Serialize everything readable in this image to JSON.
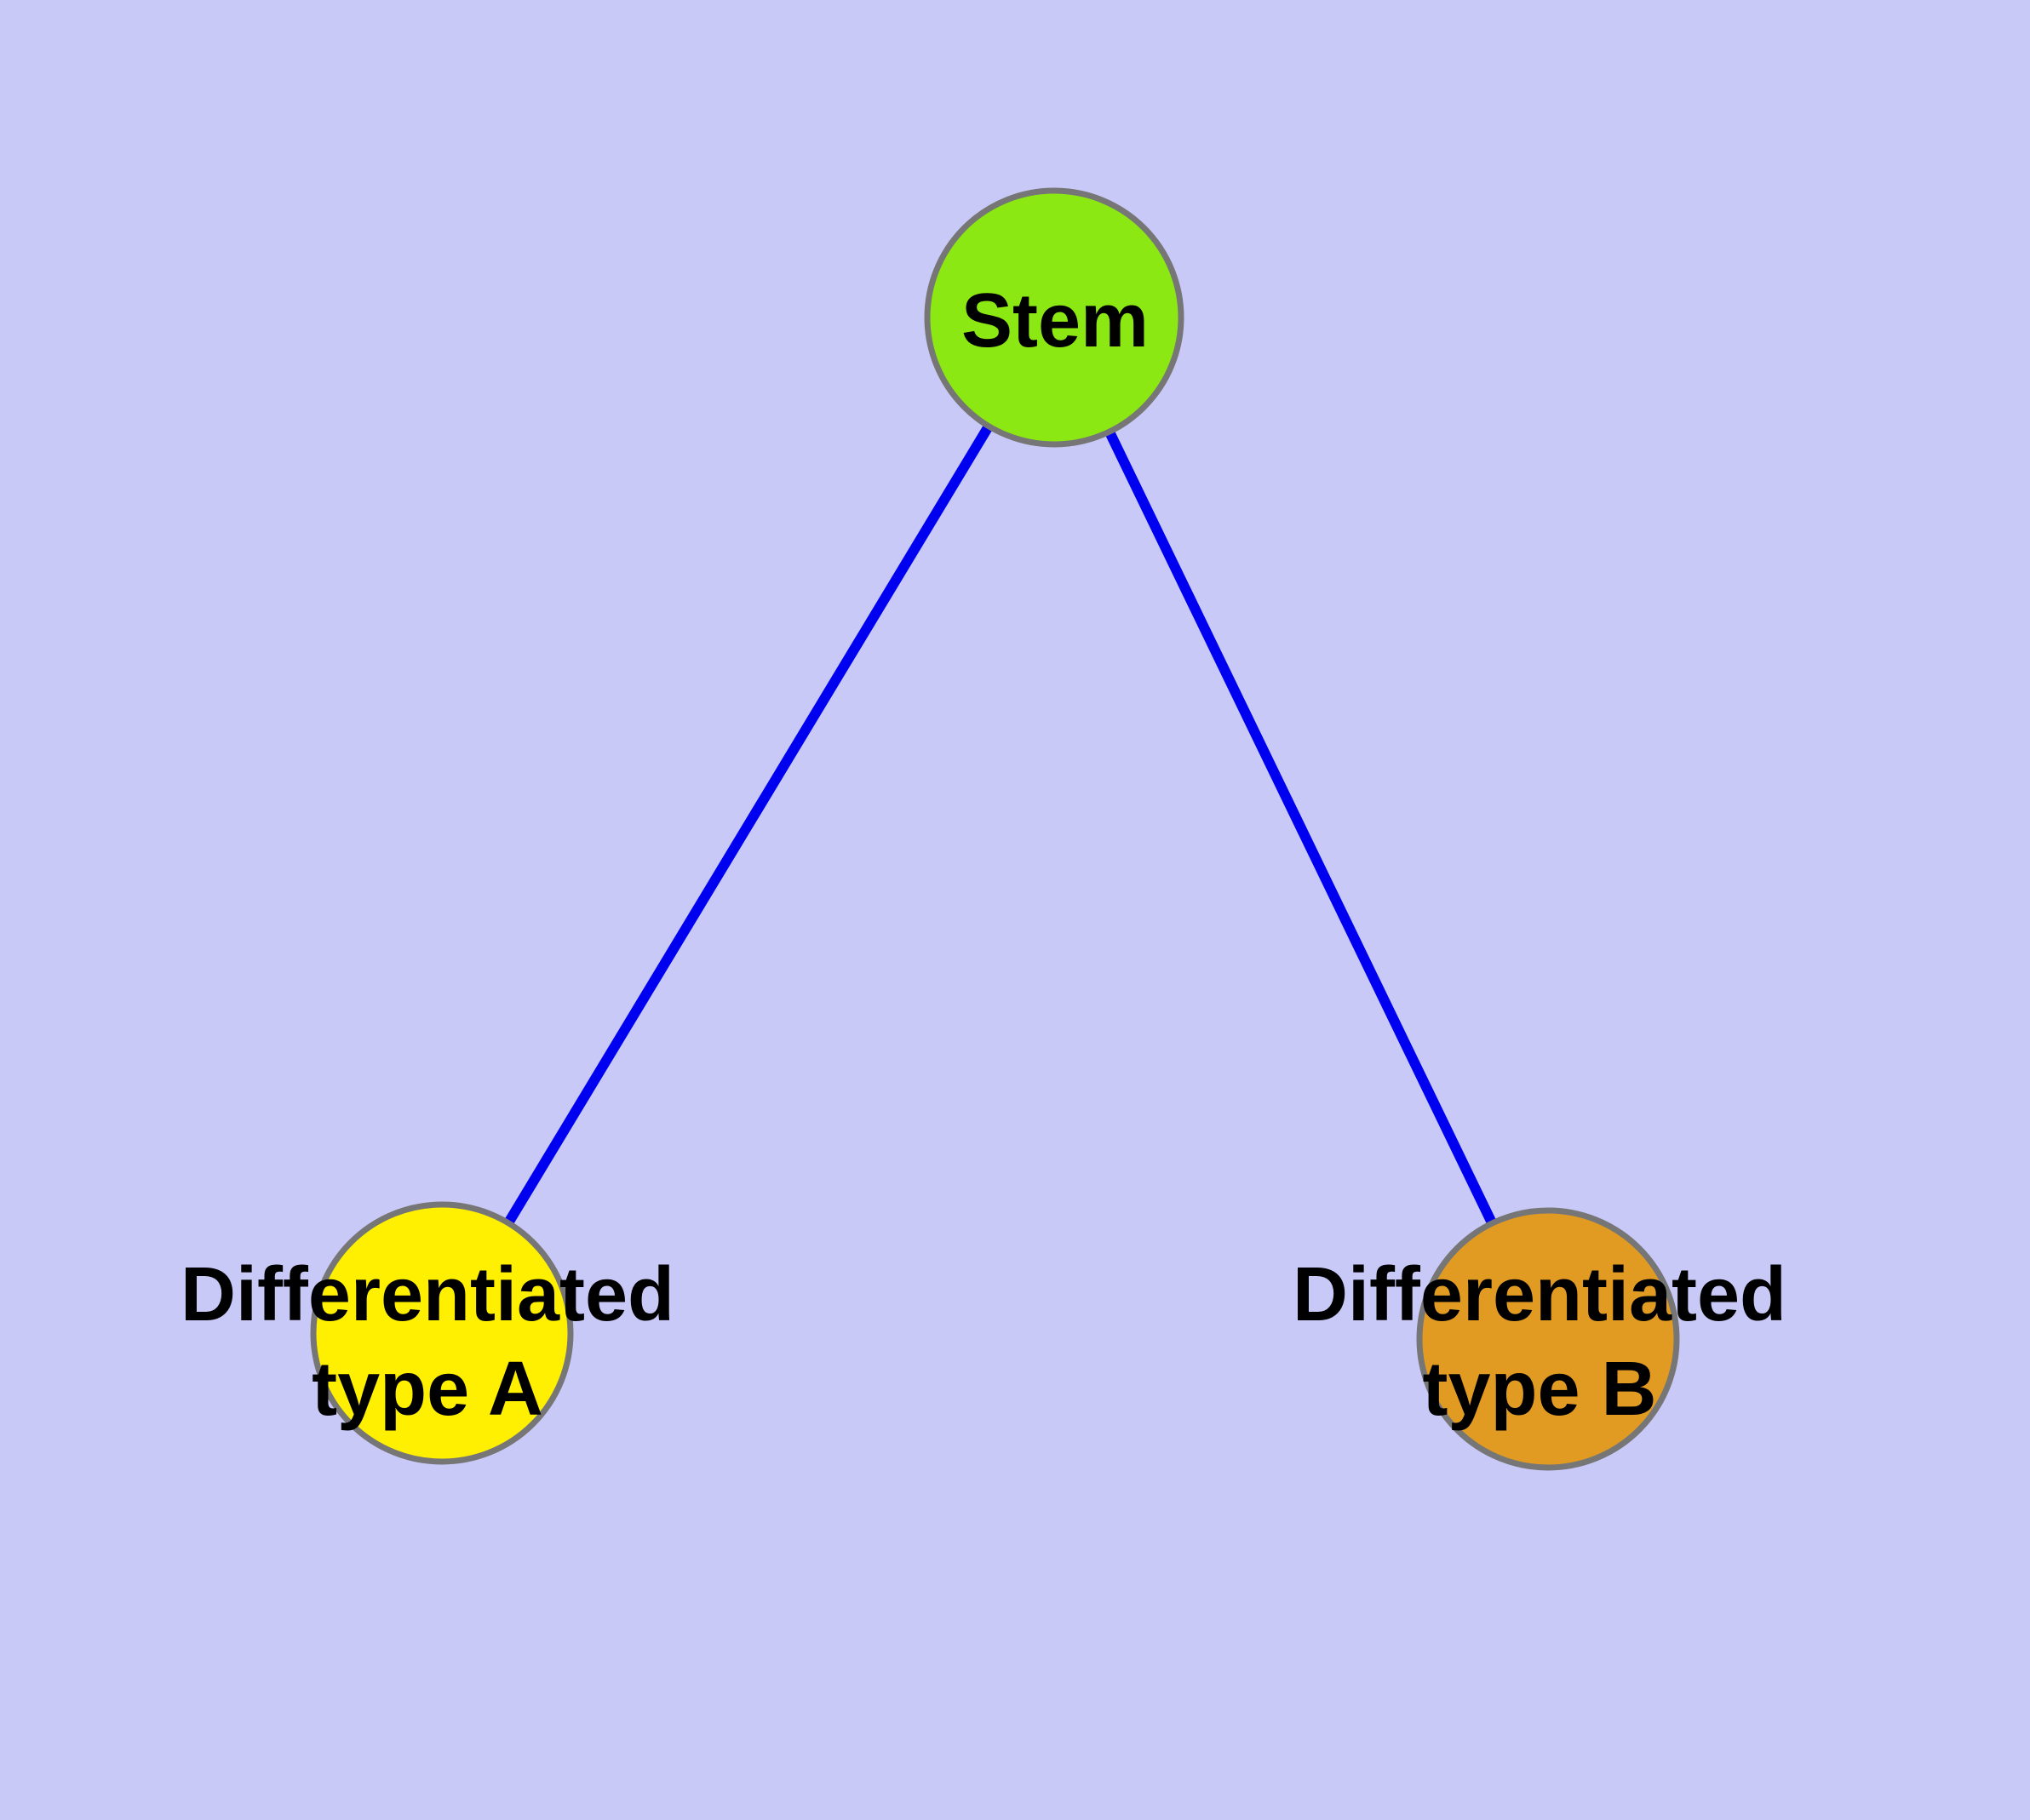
{
  "background_color": "#c9c9f8",
  "edge_color": "#0000f0",
  "node_border_color": "#767676",
  "text_color": "#000000",
  "nodes": {
    "stem": {
      "label": "Stem",
      "color": "#8ce812"
    },
    "type_a": {
      "lines": [
        "Differentiated",
        "type A"
      ],
      "color": "#ffef00"
    },
    "type_b": {
      "lines": [
        "Differentiated",
        "type B"
      ],
      "color": "#e29b22"
    }
  },
  "edges": [
    {
      "from": "Stem",
      "to": "Differentiated type A"
    },
    {
      "from": "Stem",
      "to": "Differentiated type B"
    }
  ]
}
